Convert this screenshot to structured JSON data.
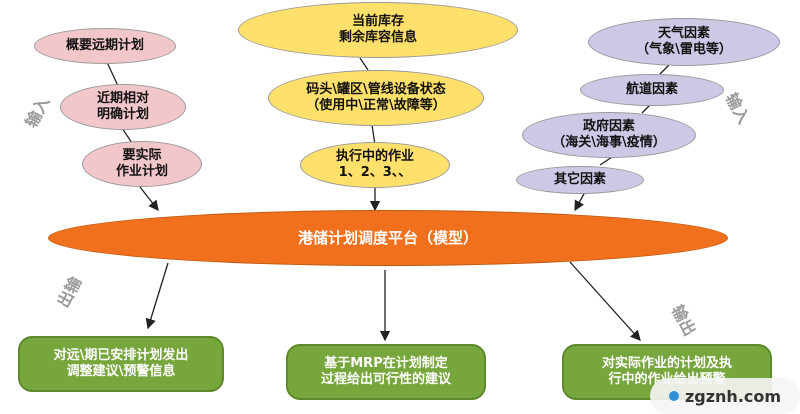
{
  "left_inputs": [
    "概要远期计划",
    "近期相对\n明确计划",
    "要实际\n作业计划"
  ],
  "middle_inputs": [
    "当前库存\n剩余库容信息",
    "码头\\罐区\\管线设备状态\n（使用中\\正常\\故障等）",
    "执行中的作业\n1、2、3、、"
  ],
  "right_inputs": [
    "天气因素\n（气象\\雷电等）",
    "航道因素",
    "政府因素\n（海关\\海事\\疫情）",
    "其它因素"
  ],
  "center": "港储计划调度平台（模型）",
  "outputs": [
    "对远\\期已安排计划发出\n调整建议\\预警信息",
    "基于MRP在计划制定\n过程给出可行性的建议",
    "对实际作业的计划及执\n行中的作业给出预警"
  ],
  "labels": {
    "input_left": "输入",
    "input_right": "输入",
    "output_left": "出输",
    "output_right": "输出"
  },
  "watermark": "zgznh.com",
  "colors": {
    "pink": "#f2c7cb",
    "yellow": "#ffe06b",
    "lavender": "#cfc7e6",
    "orange": "#f0701e",
    "green": "#77a63c"
  }
}
